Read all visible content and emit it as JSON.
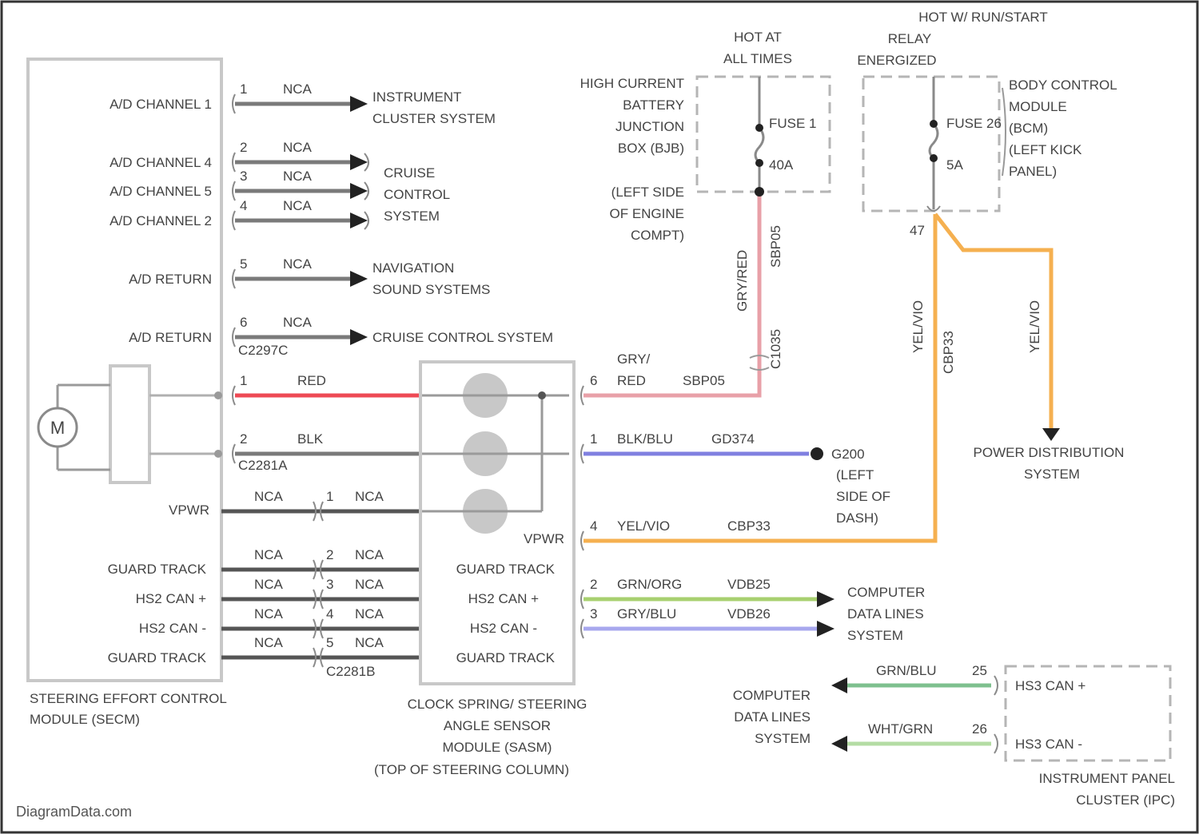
{
  "colors": {
    "red": "#ee4a55",
    "pink": "#e8a0a8",
    "blue": "#8080e0",
    "orange": "#f5b050",
    "green": "#a8d070",
    "lavender": "#a8a8ee",
    "teal_green": "#7ec08e",
    "light_green": "#b4dca4",
    "wire_gray": "#7a7a7a"
  },
  "icons": {
    "motor": "motor-icon",
    "ground": "ground-icon",
    "arrow": "arrowhead-icon",
    "fuse": "fuse-icon"
  },
  "secm": {
    "pins": [
      {
        "label": "A/D CHANNEL 1",
        "num": "1",
        "wire": "NCA"
      },
      {
        "label": "A/D CHANNEL 4",
        "num": "2",
        "wire": "NCA"
      },
      {
        "label": "A/D CHANNEL 5",
        "num": "3",
        "wire": "NCA"
      },
      {
        "label": "A/D CHANNEL 2",
        "num": "4",
        "wire": "NCA"
      },
      {
        "label": "A/D RETURN",
        "num": "5",
        "wire": "NCA"
      },
      {
        "label": "A/D RETURN",
        "num": "6",
        "wire": "NCA"
      }
    ],
    "connector_a": "C2297C",
    "motor_pins": [
      {
        "num": "1",
        "wire": "RED"
      },
      {
        "num": "2",
        "wire": "BLK"
      }
    ],
    "motor_symbol": "M",
    "connector_b": "C2281A",
    "lower_pins": [
      {
        "label": "VPWR",
        "left_wire": "NCA",
        "num": "1",
        "right_wire": "NCA"
      },
      {
        "label": "GUARD TRACK",
        "left_wire": "NCA",
        "num": "2",
        "right_wire": "NCA"
      },
      {
        "label": "HS2 CAN +",
        "left_wire": "NCA",
        "num": "3",
        "right_wire": "NCA"
      },
      {
        "label": "HS2 CAN -",
        "left_wire": "NCA",
        "num": "4",
        "right_wire": "NCA"
      },
      {
        "label": "GUARD TRACK",
        "left_wire": "NCA",
        "num": "5",
        "right_wire": "NCA"
      }
    ],
    "connector_c": "C2281B",
    "title_line1": "STEERING EFFORT CONTROL",
    "title_line2": "MODULE (SECM)"
  },
  "destinations": {
    "instrument_line1": "INSTRUMENT",
    "instrument_line2": "CLUSTER SYSTEM",
    "cruise_line1": "CRUISE",
    "cruise_line2": "CONTROL",
    "cruise_line3": "SYSTEM",
    "nav_line1": "NAVIGATION",
    "nav_line2": "SOUND SYSTEMS",
    "cruise_single": "CRUISE CONTROL SYSTEM"
  },
  "clockspring": {
    "labels": [
      "VPWR",
      "GUARD TRACK",
      "HS2 CAN +",
      "HS2 CAN -",
      "GUARD TRACK"
    ],
    "title_line1": "CLOCK SPRING/ STEERING",
    "title_line2": "ANGLE SENSOR",
    "title_line3": "MODULE (SASM)",
    "title_line4": "(TOP OF STEERING COLUMN)"
  },
  "right_wires": [
    {
      "num": "6",
      "color_top": "GRY/",
      "color": "RED",
      "circuit": "SBP05"
    },
    {
      "num": "1",
      "color": "BLK/BLU",
      "circuit": "GD374"
    },
    {
      "num": "4",
      "color": "YEL/VIO",
      "circuit": "CBP33"
    },
    {
      "num": "2",
      "color": "GRN/ORG",
      "circuit": "VDB25"
    },
    {
      "num": "3",
      "color": "GRY/BLU",
      "circuit": "VDB26"
    }
  ],
  "ground": {
    "id": "G200",
    "line1": "(LEFT",
    "line2": "SIDE OF",
    "line3": "DASH)"
  },
  "fuse1": {
    "header_line1": "HOT AT",
    "header_line2": "ALL TIMES",
    "box_line1": "HIGH CURRENT",
    "box_line2": "BATTERY",
    "box_line3": "JUNCTION",
    "box_line4": "BOX (BJB)",
    "box_line5": "(LEFT SIDE",
    "box_line6": "OF ENGINE",
    "box_line7": "COMPT)",
    "fuse_name": "FUSE 1",
    "rating": "40A",
    "vwire_color": "GRY/RED",
    "vwire_circuit": "SBP05",
    "splice_pin": "C1035"
  },
  "fuse2": {
    "header_line1": "HOT W/ RUN/START",
    "header_line2": "RELAY",
    "header_line3": "ENERGIZED",
    "fuse_name": "FUSE 26",
    "rating": "5A",
    "bcm_line1": "BODY CONTROL",
    "bcm_line2": "MODULE",
    "bcm_line3": "(BCM)",
    "bcm_line4": "(LEFT KICK",
    "bcm_line5": "PANEL)",
    "pin": "47",
    "vwire1_color": "YEL/VIO",
    "vwire1_circuit": "CBP33",
    "vwire2_color": "YEL/VIO"
  },
  "power_dist": {
    "line1": "POWER DISTRIBUTION",
    "line2": "SYSTEM"
  },
  "data_lines": {
    "line1": "COMPUTER",
    "line2": "DATA LINES",
    "line3": "SYSTEM"
  },
  "ipc": {
    "wire1_color": "GRN/BLU",
    "wire1_pin": "25",
    "pin1_label": "HS3 CAN +",
    "wire2_color": "WHT/GRN",
    "wire2_pin": "26",
    "pin2_label": "HS3 CAN -",
    "data_line1": "COMPUTER",
    "data_line2": "DATA LINES",
    "data_line3": "SYSTEM",
    "title_line1": "INSTRUMENT PANEL",
    "title_line2": "CLUSTER (IPC)"
  },
  "watermark": "DiagramData.com"
}
